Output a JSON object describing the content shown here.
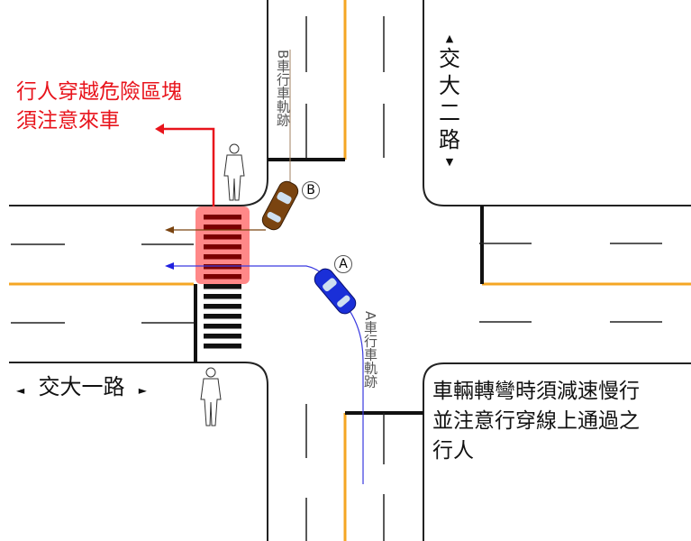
{
  "warning": {
    "line1": "行人穿越危險區塊",
    "line2": "須注意來車",
    "color": "#e8141c"
  },
  "note": {
    "line1": "車輛轉彎時須減速慢行",
    "line2": "並注意行穿線上通過之",
    "line3": "行人"
  },
  "roads": {
    "horizontal": {
      "left_arrow": "◄",
      "name": "交大一路",
      "right_arrow": "►"
    },
    "vertical": {
      "up_arrow": "▲",
      "name": "交大二路",
      "down_arrow": "▼"
    }
  },
  "vehicles": [
    {
      "label": "A",
      "color": "#1a2fd8",
      "track_label": "A車行車軌跡"
    },
    {
      "label": "B",
      "color": "#7a4410",
      "track_label": "B車行車軌跡"
    }
  ],
  "colors": {
    "center_line": "#f5a623",
    "danger_zone": "#f77b7b",
    "crosswalk": "#111111"
  }
}
